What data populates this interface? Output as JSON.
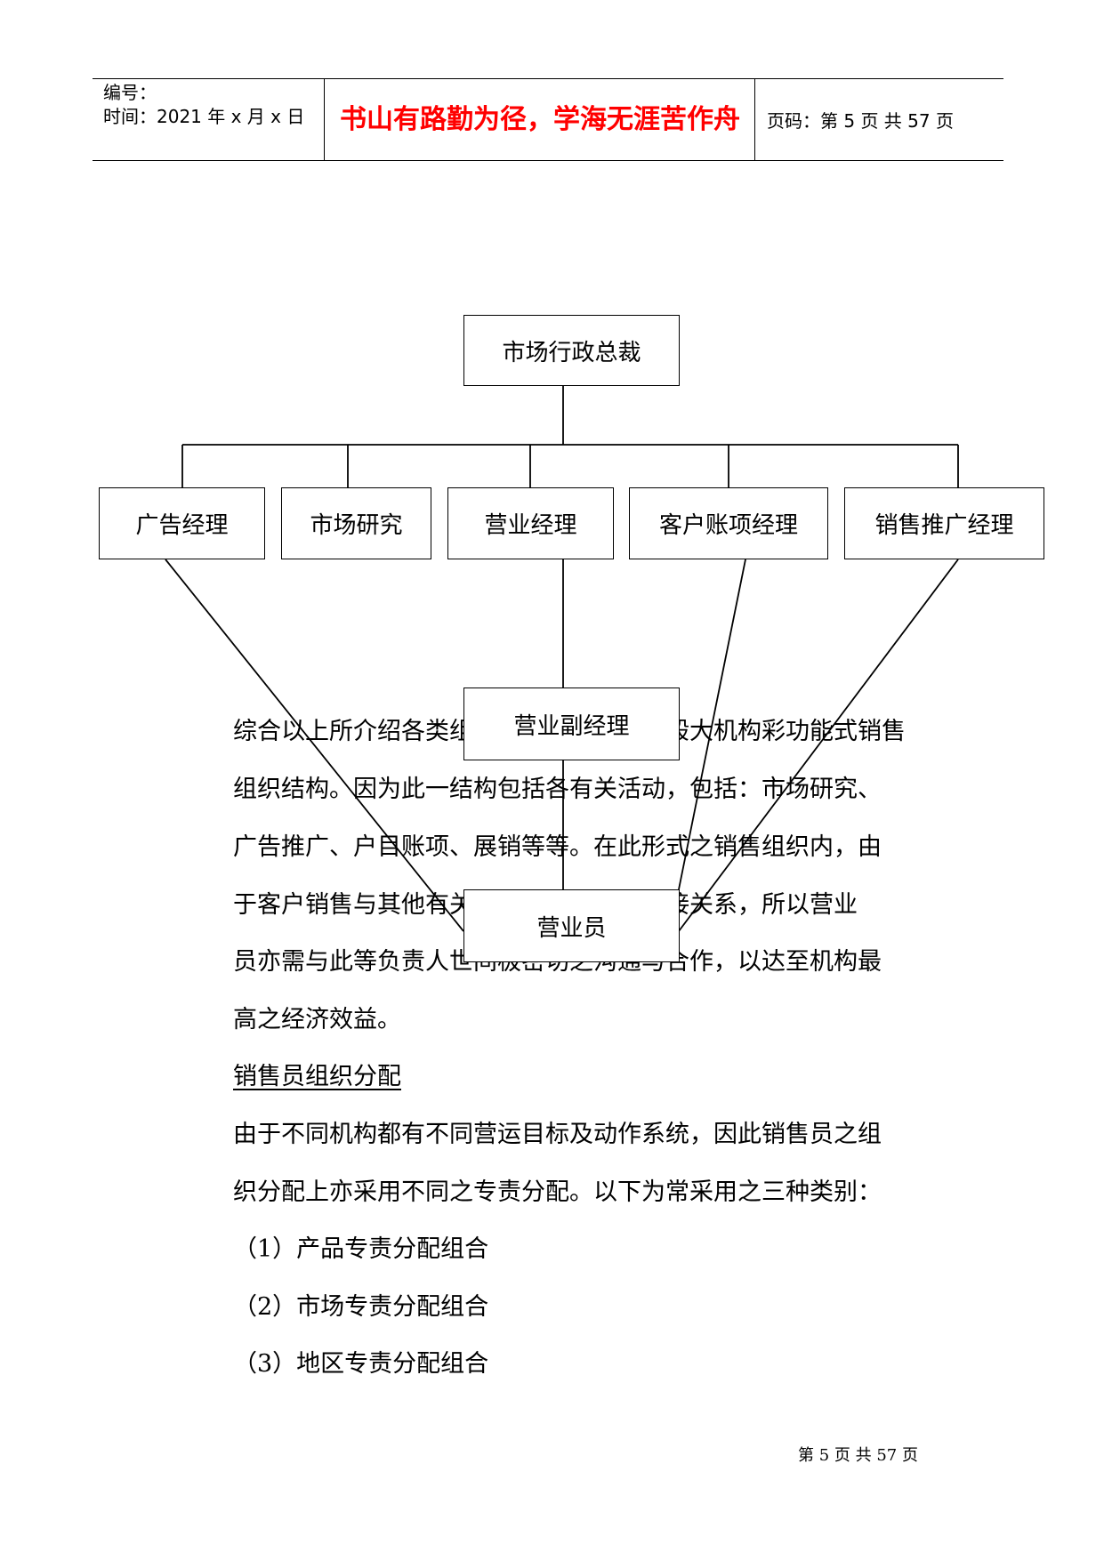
{
  "header": {
    "number_label": "编号：",
    "time_label": "时间：2021 年 x 月 x 日",
    "motto": "书山有路勤为径，学海无涯苦作舟",
    "page_info": "页码：第 5 页  共 57 页"
  },
  "org_chart": {
    "top": "市场行政总裁",
    "level2": [
      "广告经理",
      "市场研究",
      "营业经理",
      "客户账项经理",
      "销售推广经理"
    ],
    "deputy": "营业副经理",
    "staff": "营业员"
  },
  "body": {
    "lines": [
      "综合以上所介绍各类组织结构，而较为一般大机构彩功能式销售",
      "组织结构。因为此一结构包括各有关活动，包括：市场研究、",
      "广告推广、户目账项、展销等等。在此形式之销售组织内，由",
      "于客户销售与其他有关部门负责人均有间接关系，所以营业",
      "员亦需与此等负责人世间极密切之沟通与合作，以达至机构最",
      "高之经济效益。"
    ],
    "heading": "销售员组织分配",
    "lines2": [
      "由于不同机构都有不同营运目标及动作系统，因此销售员之组",
      "织分配上亦采用不同之专责分配。以下为常采用之三种类别："
    ],
    "list": [
      "（1）产品专责分配组合",
      "（2）市场专责分配组合",
      "（3）地区专责分配组合"
    ]
  },
  "footer": {
    "page": "第 5 页 共 57 页"
  }
}
